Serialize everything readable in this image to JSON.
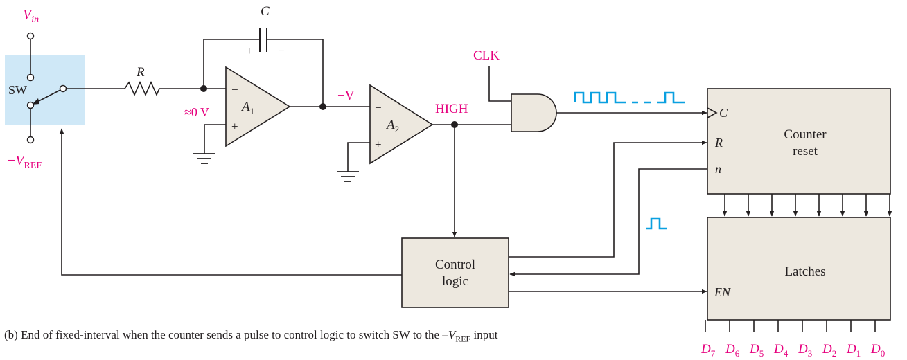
{
  "labels": {
    "vin_main": "V",
    "vin_sub": "in",
    "vref_prefix": "−",
    "vref_main": "V",
    "vref_sub": "REF",
    "sw": "SW",
    "resistor": "R",
    "capacitor": "C",
    "cap_plus": "+",
    "cap_minus": "−",
    "approx_zero": "≈0 V",
    "a1_main": "A",
    "a1_sub": "1",
    "a2_main": "A",
    "a2_sub": "2",
    "minus_sign": "−",
    "plus_sign": "+",
    "neg_v": "−V",
    "high": "HIGH",
    "clk": "CLK",
    "counter_c": "C",
    "counter_r": "R",
    "counter_n": "n",
    "counter_line1": "Counter",
    "counter_line2": "reset",
    "latches": "Latches",
    "latches_en": "EN",
    "control_line1": "Control",
    "control_line2": "logic"
  },
  "outputs": [
    {
      "main": "D",
      "sub": "7"
    },
    {
      "main": "D",
      "sub": "6"
    },
    {
      "main": "D",
      "sub": "5"
    },
    {
      "main": "D",
      "sub": "4"
    },
    {
      "main": "D",
      "sub": "3"
    },
    {
      "main": "D",
      "sub": "2"
    },
    {
      "main": "D",
      "sub": "1"
    },
    {
      "main": "D",
      "sub": "0"
    }
  ],
  "caption": {
    "before": "(b) End of fixed-interval when the counter sends a pulse to control logic to switch SW to the –",
    "v": "V",
    "sub": "REF",
    "after": " input"
  },
  "colors": {
    "accent": "#e6007e",
    "pulse": "#0aa0e0",
    "box_fill": "#ede8df",
    "switch_bg": "#cfe8f7"
  }
}
